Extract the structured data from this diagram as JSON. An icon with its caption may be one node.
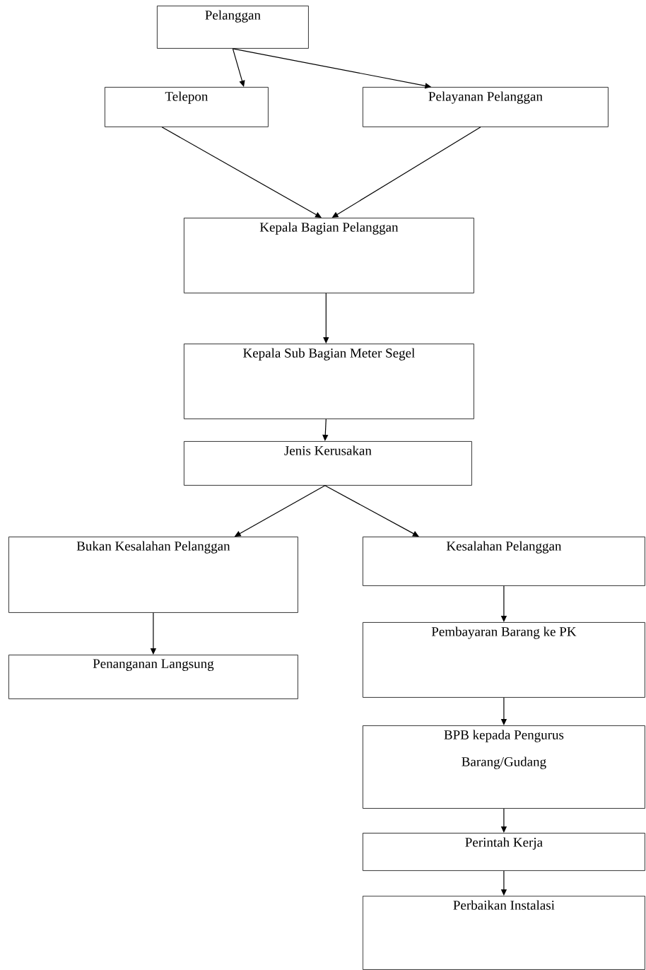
{
  "diagram": {
    "nodes": [
      {
        "text": [
          "Pelanggan"
        ]
      },
      {
        "text": [
          "Telepon"
        ]
      },
      {
        "text": [
          "Pelayanan Pelanggan"
        ]
      },
      {
        "text": [
          "Kepala Bagian Pelanggan"
        ]
      },
      {
        "text": [
          "Kepala Sub Bagian Meter Segel"
        ]
      },
      {
        "text": [
          "Jenis Kerusakan"
        ]
      },
      {
        "text": [
          "Bukan Kesalahan Pelanggan"
        ]
      },
      {
        "text": [
          "Kesalahan Pelanggan"
        ]
      },
      {
        "text": [
          "Penanganan Langsung"
        ]
      },
      {
        "text": [
          "Pembayaran Barang ke PK"
        ]
      },
      {
        "text": [
          "BPB kepada Pengurus Barang/Gudang"
        ]
      },
      {
        "text": [
          "Perintah Kerja"
        ]
      },
      {
        "text": [
          "Perbaikan Instalasi"
        ]
      }
    ],
    "edges": [
      {
        "from": 0,
        "to": 1,
        "arrow": "to"
      },
      {
        "from": 0,
        "to": 2,
        "arrow": "to"
      },
      {
        "from": 1,
        "to": 3,
        "arrow": "to"
      },
      {
        "from": 2,
        "to": 3,
        "arrow": "to"
      },
      {
        "from": 3,
        "to": 4,
        "arrow": "to"
      },
      {
        "from": 4,
        "to": 5,
        "arrow": "to"
      },
      {
        "from": 5,
        "to": 6,
        "arrow": "to"
      },
      {
        "from": 5,
        "to": 7,
        "arrow": "to"
      },
      {
        "from": 6,
        "to": 8,
        "arrow": "to"
      },
      {
        "from": 7,
        "to": 9,
        "arrow": "to"
      },
      {
        "from": 9,
        "to": 10,
        "arrow": "to"
      },
      {
        "from": 10,
        "to": 11,
        "arrow": "to"
      },
      {
        "from": 11,
        "to": 12,
        "arrow": "to"
      }
    ]
  }
}
